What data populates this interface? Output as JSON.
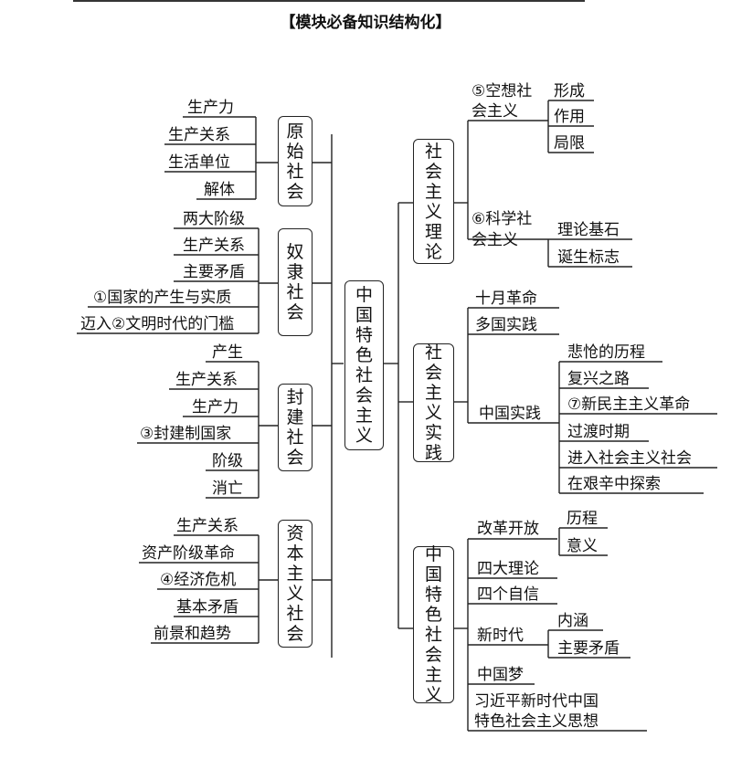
{
  "title": "【模块必备知识结构化】",
  "center": "中国特色社会主义",
  "left": {
    "b1": {
      "label": "原始社会",
      "items": [
        "生产力",
        "生产关系",
        "生活单位",
        "解体"
      ]
    },
    "b2": {
      "label": "奴隶社会",
      "items": [
        "两大阶级",
        "生产关系",
        "主要矛盾",
        "①国家的产生与实质",
        "迈入②文明时代的门槛"
      ]
    },
    "b3": {
      "label": "封建社会",
      "items": [
        "产生",
        "生产关系",
        "生产力",
        "③封建制国家",
        "阶级",
        "消亡"
      ]
    },
    "b4": {
      "label": "资本主义社会",
      "items": [
        "生产关系",
        "资产阶级革命",
        "④经济危机",
        "基本矛盾",
        "前景和趋势"
      ]
    }
  },
  "right": {
    "theory": {
      "label": "社会主义理论",
      "utopian": {
        "label_a": "⑤空想社",
        "label_b": "会主义",
        "items": [
          "形成",
          "作用",
          "局限"
        ]
      },
      "scientific": {
        "label_a": "⑥科学社",
        "label_b": "会主义",
        "items": [
          "理论基石",
          "诞生标志"
        ]
      }
    },
    "practice": {
      "label": "社会主义实践",
      "items": [
        "十月革命",
        "多国实践"
      ],
      "china": {
        "label": "中国实践",
        "items": [
          "悲怆的历程",
          "复兴之路",
          "⑦新民主主义革命",
          "过渡时期",
          "进入社会主义社会",
          "在艰辛中探索"
        ]
      }
    },
    "cs": {
      "label": "中国特色社会主义",
      "reform": {
        "label": "改革开放",
        "items": [
          "历程",
          "意义"
        ]
      },
      "items_a": [
        "四大理论",
        "四个自信"
      ],
      "newera": {
        "label": "新时代",
        "items": [
          "内涵",
          "主要矛盾"
        ]
      },
      "dream": "中国梦",
      "xi_a": "习近平新时代中国",
      "xi_b": "特色社会主义思想"
    }
  }
}
